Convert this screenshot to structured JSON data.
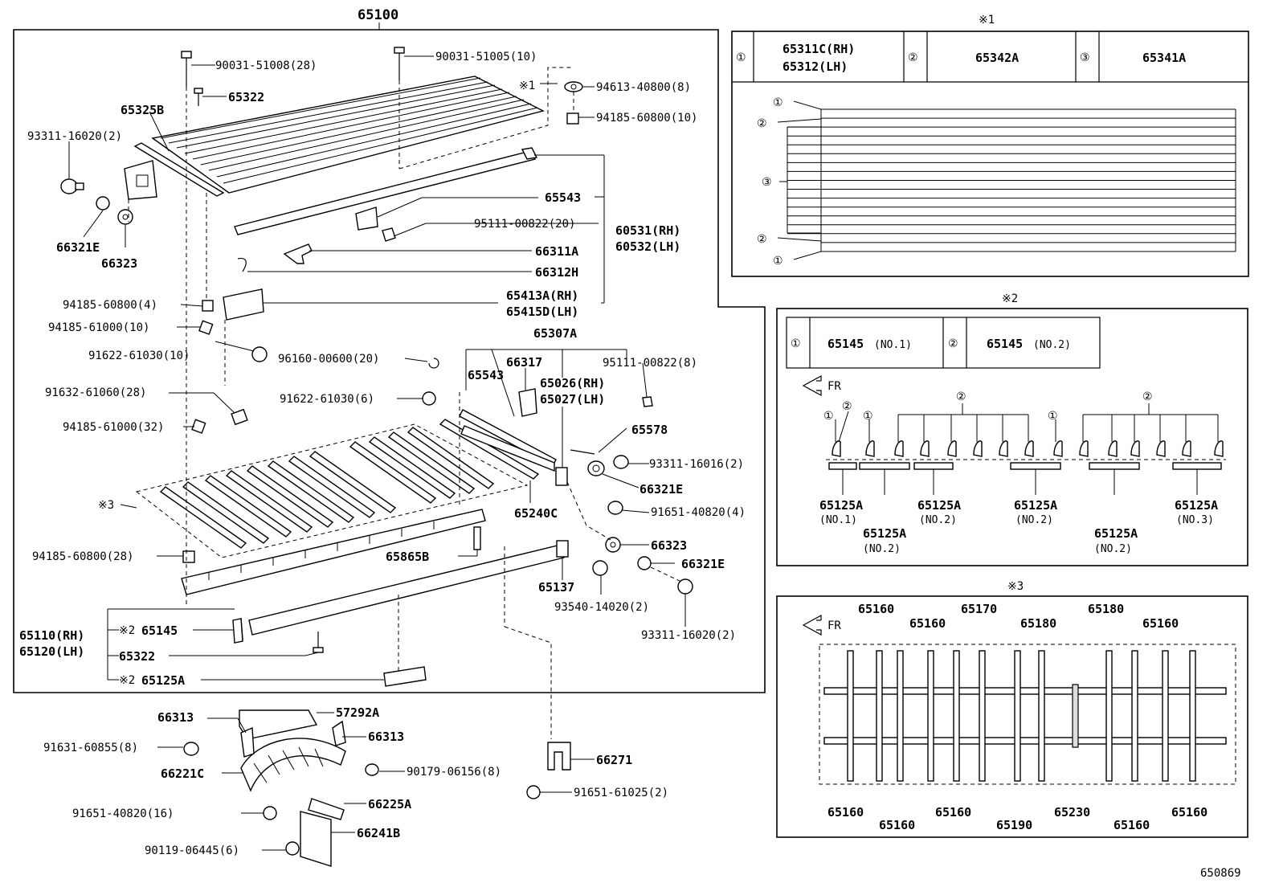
{
  "main": {
    "assembly": "65100",
    "labels": {
      "bolt_90031_51008": "90031-51008(28)",
      "bolt_90031_51005": "90031-51005(10)",
      "note_x1": "※1",
      "washer_94613": "94613-40800(8)",
      "nut_94185_60800_10": "94185-60800(10)",
      "p65322_top": "65322",
      "p65325B": "65325B",
      "bolt_93311_16020_2": "93311-16020(2)",
      "p65543_top": "65543",
      "rivet_95111_20": "95111-00822(20)",
      "p60531": "60531(RH)",
      "p60532": "60532(LH)",
      "p66311A": "66311A",
      "p66312H": "66312H",
      "p66321E_l": "66321E",
      "p66323_l": "66323",
      "nut_94185_60800_4": "94185-60800(4)",
      "p65413A": "65413A(RH)",
      "p65415D": "65415D(LH)",
      "nut_94185_61000_10": "94185-61000(10)",
      "p65307A": "65307A",
      "bolt_91622_10": "91622-61030(10)",
      "clip_96160": "96160-00600(20)",
      "p66317": "66317",
      "rivet_95111_8": "95111-00822(8)",
      "p65543_mid": "65543",
      "p65026": "65026(RH)",
      "p65027": "65027(LH)",
      "bolt_91632": "91632-61060(28)",
      "bolt_91622_6": "91622-61030(6)",
      "p65578": "65578",
      "nut_94185_61000_32": "94185-61000(32)",
      "bolt_93311_16016": "93311-16016(2)",
      "p66321E_m": "66321E",
      "note_x3": "※3",
      "p65240C": "65240C",
      "bolt_91651_4": "91651-40820(4)",
      "p66323_r": "66323",
      "p66321E_r": "66321E",
      "nut_94185_60800_28": "94185-60800(28)",
      "p65865B": "65865B",
      "p65137": "65137",
      "bolt_93540": "93540-14020(2)",
      "p65110": "65110(RH)",
      "p65120": "65120(LH)",
      "note_x2a": "※2",
      "p65145": "65145",
      "bolt_93311_16020_r": "93311-16020(2)",
      "p65322_bot": "65322",
      "note_x2b": "※2",
      "p65125A": "65125A",
      "p66313_l": "66313",
      "p57292A": "57292A",
      "bolt_91631": "91631-60855(8)",
      "p66313_r": "66313",
      "p66221C": "66221C",
      "nut_90179": "90179-06156(8)",
      "p66271": "66271",
      "bolt_91651_16": "91651-40820(16)",
      "p66225A": "66225A",
      "bolt_91651_61025": "91651-61025(2)",
      "p66241B": "66241B",
      "bolt_90119": "90119-06445(6)"
    }
  },
  "inset1": {
    "title": "※1",
    "cells": [
      {
        "num": "①",
        "part_a": "65311C(RH)",
        "part_b": "65312(LH)"
      },
      {
        "num": "②",
        "part": "65342A"
      },
      {
        "num": "③",
        "part": "65341A"
      }
    ],
    "callouts": [
      "①",
      "②",
      "③",
      "②",
      "①"
    ]
  },
  "inset2": {
    "title": "※2",
    "cells": [
      {
        "num": "①",
        "part": "65145",
        "sub": "(NO.1)"
      },
      {
        "num": "②",
        "part": "65145",
        "sub": "(NO.2)"
      }
    ],
    "fr": "FR",
    "circ1": "①",
    "circ2": "②",
    "part": "65125A",
    "no1": "(NO.1)",
    "no2": "(NO.2)",
    "no3": "(NO.3)"
  },
  "inset3": {
    "title": "※3",
    "fr": "FR",
    "top": [
      "65160",
      "65160",
      "65170",
      "65180",
      "65180",
      "65160"
    ],
    "bottom": [
      "65160",
      "65160",
      "65160",
      "65190",
      "65230",
      "65160",
      "65160"
    ]
  },
  "footer": {
    "code": "650869"
  }
}
